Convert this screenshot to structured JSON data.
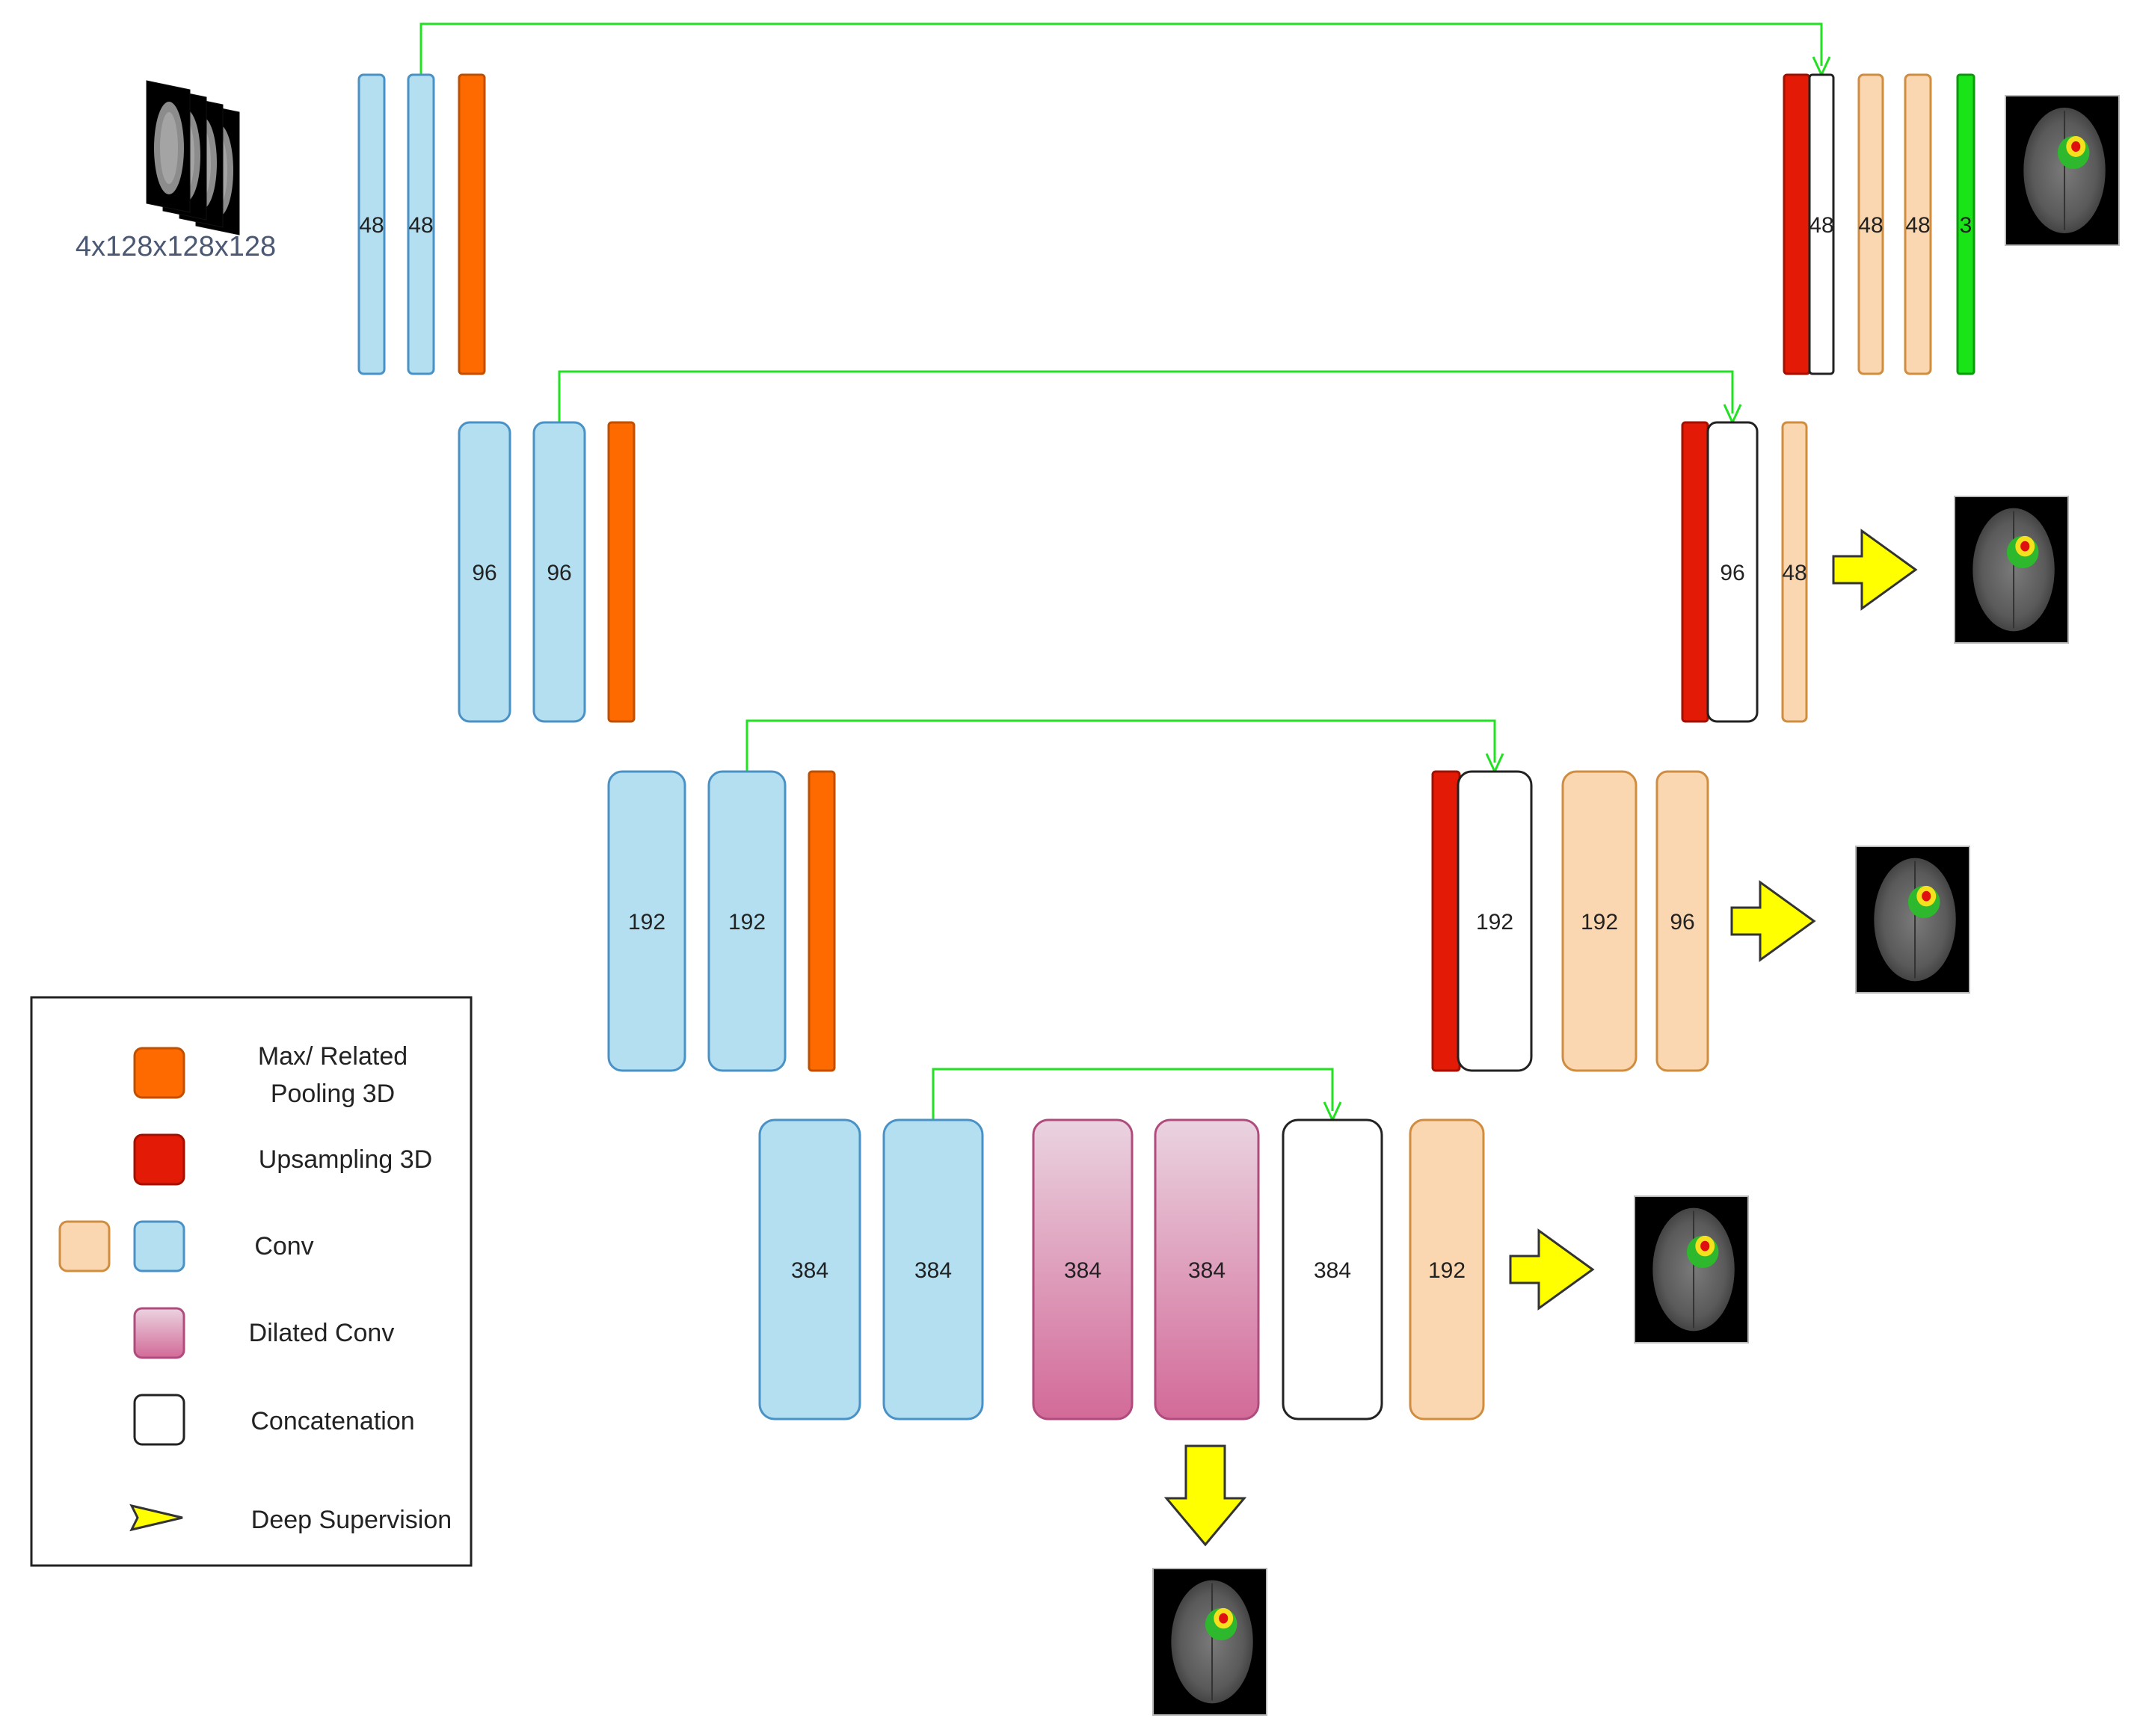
{
  "input": {
    "shape_label": "4x128x128x128"
  },
  "colors": {
    "conv_encoder": "#b3dff0",
    "conv_encoder_border": "#4a92c6",
    "conv_decoder": "#fad7b0",
    "conv_decoder_border": "#d08d40",
    "pool": "#ff6a00",
    "pool_border": "#c04f00",
    "upsample": "#e21a06",
    "upsample_border": "#a31000",
    "dilated_top": "#ead3e0",
    "dilated_bottom": "#d36a98",
    "dilated_border": "#b04b7d",
    "concat": "#ffffff",
    "concat_border": "#222222",
    "output": "#18e418",
    "output_border": "#0c990c",
    "skip_arrow": "#22e022",
    "deep_supervision": "#ffff00",
    "deep_supervision_border": "#333333"
  },
  "blocks": [
    {
      "id": "enc1-conv1",
      "type": "conv_encoder",
      "label": "48"
    },
    {
      "id": "enc1-conv2",
      "type": "conv_encoder",
      "label": "48"
    },
    {
      "id": "enc1-pool",
      "type": "pool",
      "label": ""
    },
    {
      "id": "enc2-conv1",
      "type": "conv_encoder",
      "label": "96"
    },
    {
      "id": "enc2-conv2",
      "type": "conv_encoder",
      "label": "96"
    },
    {
      "id": "enc2-pool",
      "type": "pool",
      "label": ""
    },
    {
      "id": "enc3-conv1",
      "type": "conv_encoder",
      "label": "192"
    },
    {
      "id": "enc3-conv2",
      "type": "conv_encoder",
      "label": "192"
    },
    {
      "id": "enc3-pool",
      "type": "pool",
      "label": ""
    },
    {
      "id": "bott-conv1",
      "type": "conv_encoder",
      "label": "384"
    },
    {
      "id": "bott-conv2",
      "type": "conv_encoder",
      "label": "384"
    },
    {
      "id": "bott-dilated1",
      "type": "dilated",
      "label": "384"
    },
    {
      "id": "bott-dilated2",
      "type": "dilated",
      "label": "384"
    },
    {
      "id": "bott-concat",
      "type": "concat",
      "label": "384"
    },
    {
      "id": "bott-conv3",
      "type": "conv_decoder",
      "label": "192"
    },
    {
      "id": "dec3-up",
      "type": "upsample",
      "label": ""
    },
    {
      "id": "dec3-concat",
      "type": "concat",
      "label": "192"
    },
    {
      "id": "dec3-conv1",
      "type": "conv_decoder",
      "label": "192"
    },
    {
      "id": "dec3-conv2",
      "type": "conv_decoder",
      "label": "96"
    },
    {
      "id": "dec2-up",
      "type": "upsample",
      "label": ""
    },
    {
      "id": "dec2-concat",
      "type": "concat",
      "label": "96"
    },
    {
      "id": "dec2-conv1",
      "type": "conv_decoder",
      "label": "48"
    },
    {
      "id": "dec1-up",
      "type": "upsample",
      "label": ""
    },
    {
      "id": "dec1-concat",
      "type": "concat",
      "label": "48"
    },
    {
      "id": "dec1-conv1",
      "type": "conv_decoder",
      "label": "48"
    },
    {
      "id": "dec1-conv2",
      "type": "conv_decoder",
      "label": "48"
    },
    {
      "id": "dec1-out",
      "type": "output",
      "label": "3"
    }
  ],
  "skip_connections": [
    {
      "from": "enc1-conv2",
      "to": "dec1-concat"
    },
    {
      "from": "enc2-conv2",
      "to": "dec2-concat"
    },
    {
      "from": "enc3-conv2",
      "to": "dec3-concat"
    },
    {
      "from": "bott-conv2",
      "to": "bott-concat"
    }
  ],
  "deep_supervision_outputs": [
    "dec2",
    "dec3",
    "bott",
    "dilated"
  ],
  "legend": {
    "items": [
      {
        "id": "pool",
        "label_lines": [
          "Max/ Related",
          "Pooling 3D"
        ]
      },
      {
        "id": "upsample",
        "label_lines": [
          "Upsampling 3D"
        ]
      },
      {
        "id": "conv",
        "label_lines": [
          "Conv"
        ]
      },
      {
        "id": "dilated",
        "label_lines": [
          "Dilated Conv"
        ]
      },
      {
        "id": "concat",
        "label_lines": [
          "Concatenation"
        ]
      },
      {
        "id": "deep_supervision",
        "label_lines": [
          "Deep Supervision"
        ]
      }
    ]
  }
}
